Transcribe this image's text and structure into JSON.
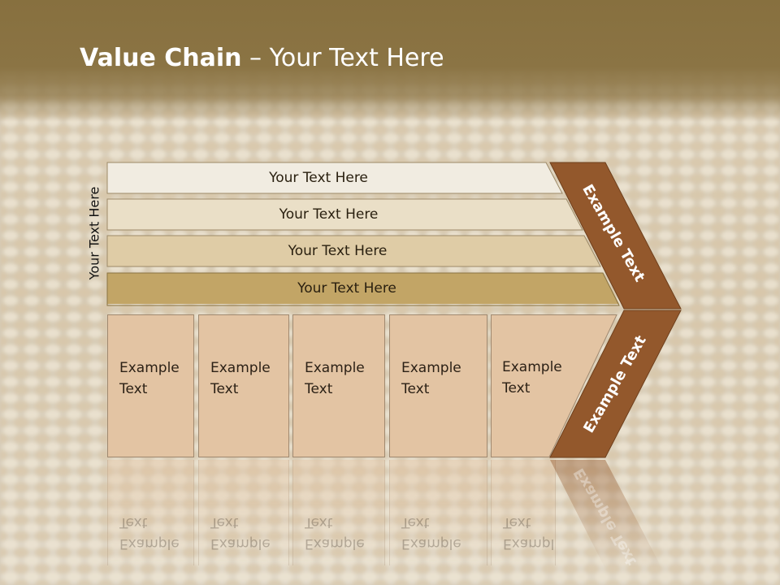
{
  "slide": {
    "title_bold": "Value Chain",
    "title_rest": " – Your Text Here",
    "side_label": "Your Text Here"
  },
  "bands": [
    {
      "label": "Your Text Here"
    },
    {
      "label": "Your Text Here"
    },
    {
      "label": "Your Text Here"
    },
    {
      "label": "Your Text Here"
    }
  ],
  "boxes": [
    {
      "line1": "Example",
      "line2": "Text"
    },
    {
      "line1": "Example",
      "line2": "Text"
    },
    {
      "line1": "Example",
      "line2": "Text"
    },
    {
      "line1": "Example",
      "line2": "Text"
    },
    {
      "line1": "Example",
      "line2": "Text"
    }
  ],
  "chevron": {
    "top_text": "Example Text",
    "bottom_text": "Example Text",
    "color": "#93582c"
  },
  "colors": {
    "header": "#87703f",
    "box_fill": "#e3c4a3",
    "band_1": "#f1ece1",
    "band_2": "#eadfc7",
    "band_3": "#dfcca6",
    "band_4": "#c2a566"
  }
}
